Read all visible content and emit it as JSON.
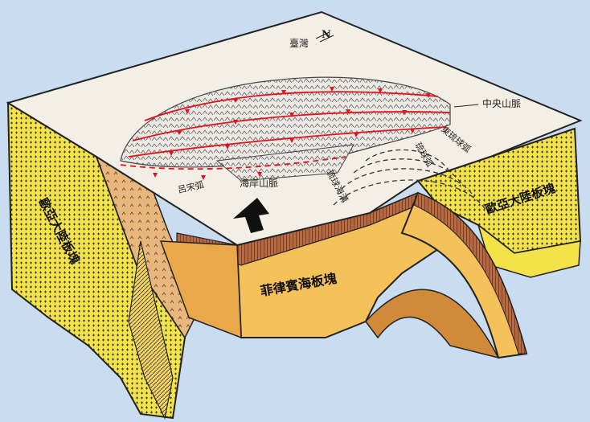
{
  "diagram": {
    "labels": {
      "taiwan": "臺灣",
      "north_symbol": "N",
      "central_range": "中央山脈",
      "coastal_range": "海岸山脈",
      "luzon_arc": "呂宋弧",
      "ryukyu_trench": "琉球海溝",
      "ryukyu_arc": "琉球弧",
      "east_ryukyu": "東琉球弧",
      "eurasian_plate_left": "歐亞大陸板塊",
      "eurasian_plate_right": "歐亞大陸板塊",
      "philippine_plate": "菲律賓海板塊"
    },
    "colors": {
      "background": "#c9dcf0",
      "top_surface": "#f4efe6",
      "eurasian_crust": "#f3e24a",
      "philippine_crust": "#f5c15a",
      "slab_hatch": "#7a2e1e",
      "mountain_fill": "#ece9e4",
      "thrust_line": "#e0141c",
      "motion_arrow": "#111111"
    }
  }
}
